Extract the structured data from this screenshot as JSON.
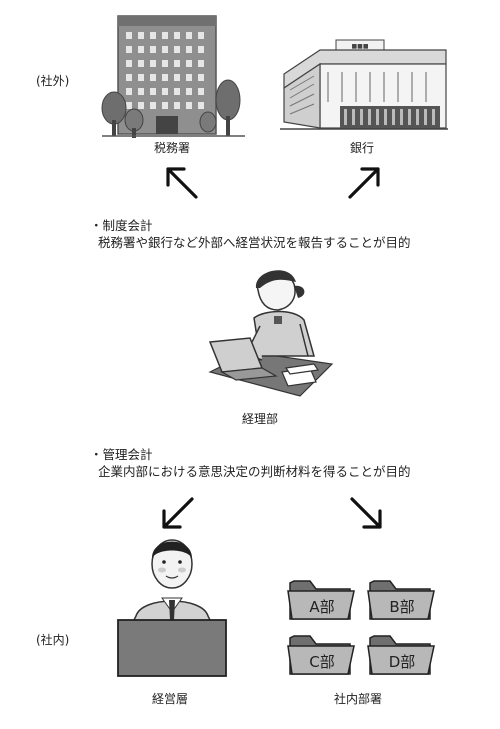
{
  "scope_outside": "(社外)",
  "scope_inside": "(社内)",
  "tax_office": "税務署",
  "bank": "銀行",
  "financial_accounting": {
    "title": "・制度会計",
    "description": "税務署や銀行など外部へ経営状況を報告することが目的"
  },
  "accounting_dept": "経理部",
  "management_accounting": {
    "title": "・管理会計",
    "description": "企業内部における意思決定の判断材料を得ることが目的"
  },
  "management": "経営層",
  "departments": "社内部署",
  "folders": [
    "A部",
    "B部",
    "C部",
    "D部"
  ]
}
